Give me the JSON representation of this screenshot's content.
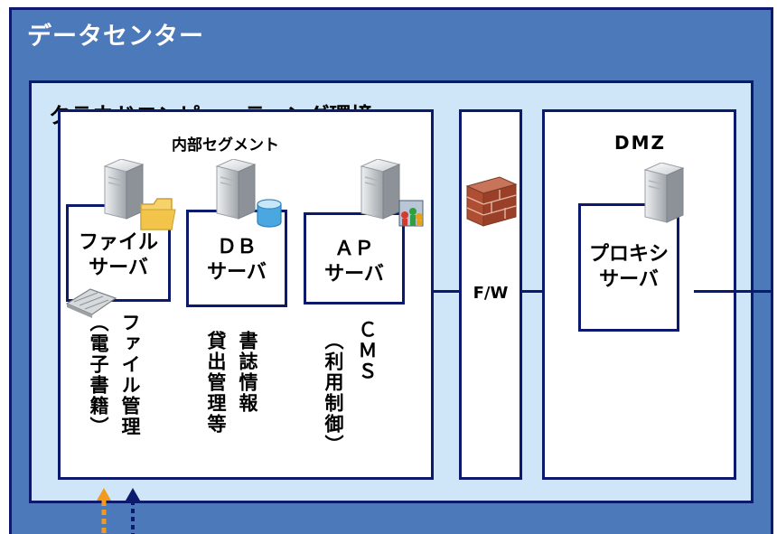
{
  "datacenter": {
    "title": "データセンター"
  },
  "cloud": {
    "title": "クラウドコンピューティング環境"
  },
  "internal_segment": {
    "title": "内部セグメント",
    "servers": [
      {
        "label": "ファイル\nサーバ",
        "note_main": "ファイル管理",
        "note_sub": "（電子書籍）",
        "icon": "folder-server-icon"
      },
      {
        "label": "ＤＢ\nサーバ",
        "note_main": "書誌情報",
        "note_sub": "貸出管理等",
        "icon": "database-server-icon"
      },
      {
        "label": "ＡＰ\nサーバ",
        "note_main": "ＣＭＳ",
        "note_sub": "（利用制御）",
        "icon": "app-server-icon"
      }
    ]
  },
  "firewall": {
    "label": "F/W",
    "icon": "brick-wall-icon"
  },
  "dmz": {
    "title": "DMZ",
    "proxy": {
      "label": "プロキシ\nサーバ",
      "icon": "proxy-server-icon"
    }
  },
  "colors": {
    "outer": "#4b79b9",
    "border": "#0c1a6e",
    "cloud": "#cfe6f9",
    "arrow_orange": "#f39a1d",
    "arrow_navy": "#0c1a6e"
  }
}
